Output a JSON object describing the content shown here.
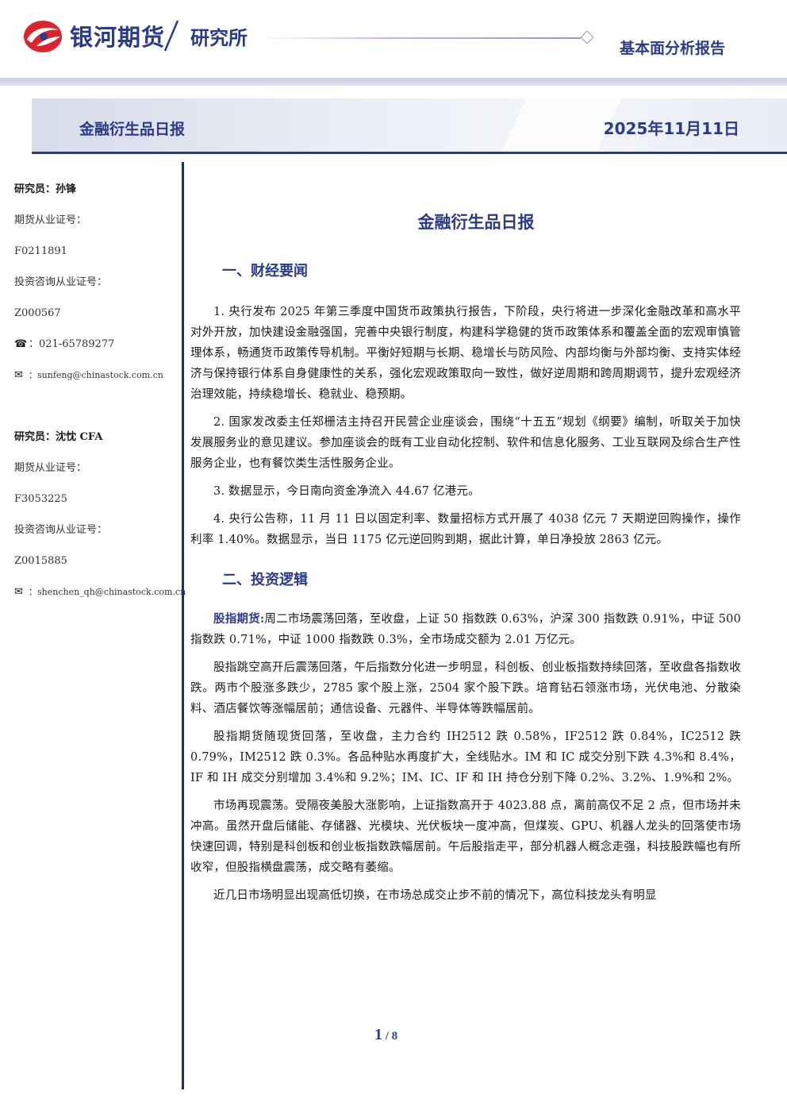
{
  "header": {
    "brand": "银河期货",
    "dept": "研究所",
    "report_type": "基本面分析报告"
  },
  "title_band": {
    "title": "金融衍生品日报",
    "date": "2025年11月11日"
  },
  "sidebar": {
    "analysts": [
      {
        "name_line": "研究员：孙锋",
        "futures_label": "期货从业证号：",
        "futures_id": "F0211891",
        "invest_label": "投资咨询从业证号：",
        "invest_id": "Z000567",
        "phone": "：021-65789277",
        "email": "：sunfeng@chinastock.com.cn"
      },
      {
        "name_line": "研究员：沈忱 CFA",
        "futures_label": "期货从业证号：",
        "futures_id": "F3053225",
        "invest_label": "投资咨询从业证号：",
        "invest_id": "Z0015885",
        "email": "：shenchen_qh@chinastock.com.cn"
      }
    ]
  },
  "main": {
    "doc_title": "金融衍生品日报",
    "sec1_title": "一、财经要闻",
    "sec1_paras": [
      "1. 央行发布 2025 年第三季度中国货币政策执行报告，下阶段，央行将进一步深化金融改革和高水平对外开放，加快建设金融强国，完善中央银行制度，构建科学稳健的货币政策体系和覆盖全面的宏观审慎管理体系，畅通货币政策传导机制。平衡好短期与长期、稳增长与防风险、内部均衡与外部均衡、支持实体经济与保持银行体系自身健康性的关系，强化宏观政策取向一致性，做好逆周期和跨周期调节，提升宏观经济治理效能，持续稳增长、稳就业、稳预期。",
      "2. 国家发改委主任郑栅洁主持召开民营企业座谈会，围绕“十五五”规划《纲要》编制，听取关于加快发展服务业的意见建议。参加座谈会的既有工业自动化控制、软件和信息化服务、工业互联网及综合生产性服务企业，也有餐饮类生活性服务企业。",
      "3. 数据显示，今日南向资金净流入 44.67 亿港元。",
      "4. 央行公告称，11 月 11 日以固定利率、数量招标方式开展了 4038 亿元 7 天期逆回购操作，操作利率 1.40%。数据显示，当日 1175 亿元逆回购到期，据此计算，单日净投放 2863 亿元。"
    ],
    "sec2_title": "二、投资逻辑",
    "sec2_lead_label": "股指期货:",
    "sec2_lead_text": "周二市场震荡回落，至收盘，上证 50 指数跌 0.63%，沪深 300 指数跌 0.91%，中证 500 指数跌 0.71%，中证 1000 指数跌 0.3%，全市场成交额为 2.01 万亿元。",
    "sec2_paras": [
      "股指跳空高开后震荡回落，午后指数分化进一步明显，科创板、创业板指数持续回落，至收盘各指数收跌。两市个股涨多跌少，2785 家个股上涨，2504 家个股下跌。培育钻石领涨市场，光伏电池、分散染料、酒店餐饮等涨幅居前；通信设备、元器件、半导体等跌幅居前。",
      "股指期货随现货回落，至收盘，主力合约 IH2512 跌 0.58%，IF2512 跌 0.84%，IC2512 跌 0.79%，IM2512 跌 0.3%。各品种贴水再度扩大，全线贴水。IM 和 IC 成交分别下跌 4.3%和 8.4%，IF 和 IH 成交分别增加 3.4%和 9.2%；IM、IC、IF 和 IH 持仓分别下降 0.2%、3.2%、1.9%和 2%。",
      "市场再现震荡。受隔夜美股大涨影响，上证指数高开于 4023.88 点，离前高仅不足 2 点，但市场并未冲高。虽然开盘后储能、存储器、光模块、光伏板块一度冲高，但煤炭、GPU、机器人龙头的回落使市场快速回调，特别是科创板和创业板指数跌幅居前。午后股指走平，部分机器人概念走强，科技股跌幅也有所收窄，但股指横盘震荡，成交略有萎缩。",
      "近几日市场明显出现高低切换，在市场总成交止步不前的情况下，高位科技龙头有明显"
    ]
  },
  "footer": {
    "page": "1",
    "sep": " / ",
    "total": "8"
  },
  "colors": {
    "brand_blue": "#2c3a8a",
    "logo_red": "#d9262c",
    "rule_navy": "#1f2d78"
  }
}
